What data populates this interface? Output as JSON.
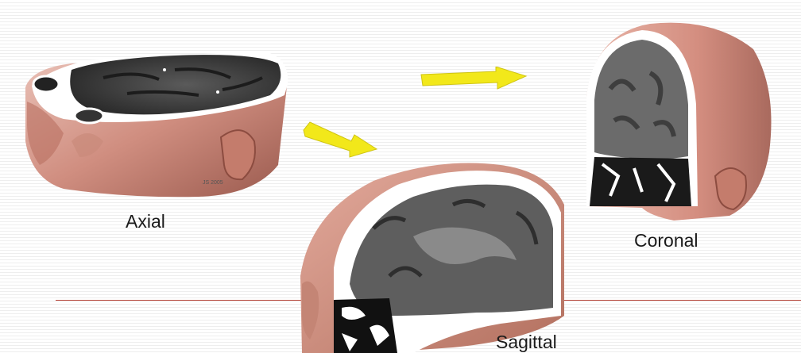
{
  "labels": {
    "axial": "Axial",
    "sagittal": "Sagittal",
    "coronal": "Coronal"
  },
  "watermark": "JS 2005",
  "colors": {
    "arrow": "#f2e81a",
    "skin": "#d7958a",
    "divider": "#b8453a"
  },
  "icons": [
    "arrow-right-icon",
    "arrow-down-right-icon"
  ]
}
